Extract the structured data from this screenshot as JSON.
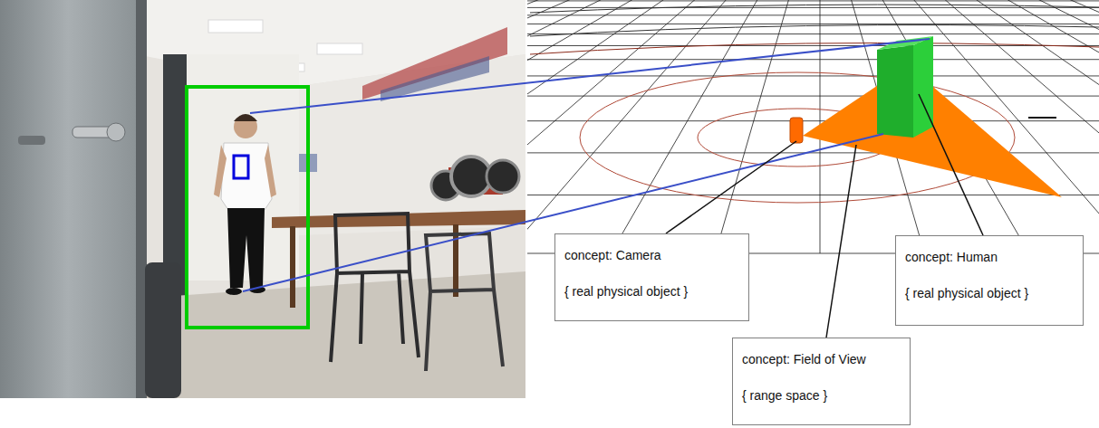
{
  "diagram": {
    "nodes": [
      {
        "text": [
          "concept: Camera",
          "{ real physical object }"
        ]
      },
      {
        "text": [
          "concept: Human",
          "{ real physical object }"
        ]
      },
      {
        "text": [
          "concept: Field of View",
          "{ range space }"
        ]
      }
    ]
  }
}
